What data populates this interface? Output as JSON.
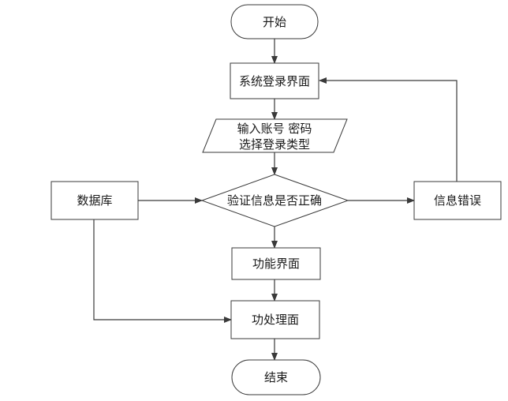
{
  "nodes": {
    "start": "开始",
    "login_ui": "系统登录界面",
    "input_line1": "输入账号 密码",
    "input_line2": "选择登录类型",
    "verify": "验证信息是否正确",
    "database": "数据库",
    "error": "信息错误",
    "function_ui": "功能界面",
    "process_ui": "功处理面",
    "end": "结束"
  }
}
